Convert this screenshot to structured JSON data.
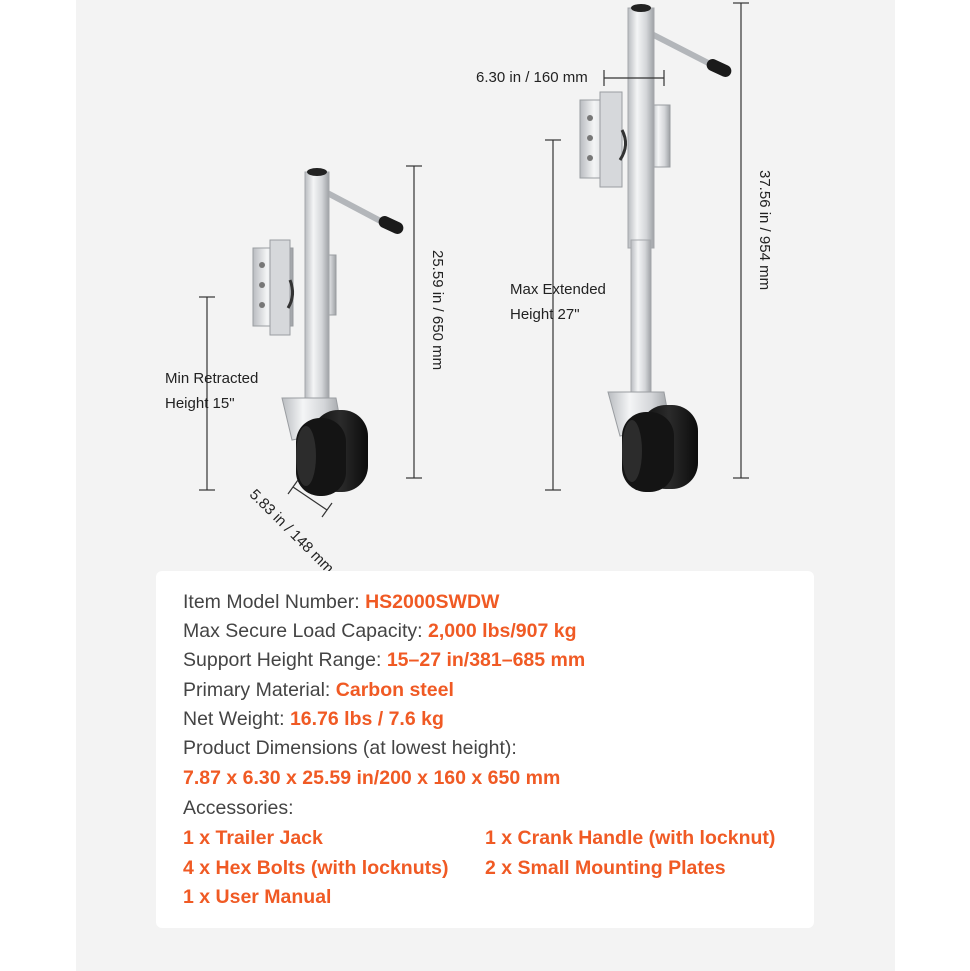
{
  "dimensions": {
    "short_height": "25.59 in / 650 mm",
    "short_width": "5.83 in / 148 mm",
    "tall_height": "37.56 in / 954 mm",
    "tall_width": "6.30 in / 160 mm"
  },
  "labels": {
    "min_line1": "Min Retracted",
    "min_line2": "Height 15\"",
    "max_line1": "Max Extended",
    "max_line2": "Height 27\""
  },
  "specs": {
    "model_label": "Item Model Number: ",
    "model_value": "HS2000SWDW",
    "load_label": "Max Secure Load Capacity: ",
    "load_value": "2,000 lbs/907 kg",
    "height_label": "Support Height Range: ",
    "height_value": "15–27 in/381–685 mm",
    "material_label": "Primary Material: ",
    "material_value": "Carbon steel",
    "weight_label": "Net Weight: ",
    "weight_value": "16.76 lbs / 7.6 kg",
    "dims_label": "Product Dimensions (at lowest height):",
    "dims_value": "7.87 x 6.30 x 25.59 in/200 x 160 x 650 mm",
    "accessories_label": "Accessories:"
  },
  "accessories": [
    "1 x Trailer Jack",
    "1 x Crank Handle (with locknut)",
    "4 x Hex Bolts (with locknuts)",
    "2 x Small Mounting Plates",
    "1 x User Manual"
  ],
  "colors": {
    "accent": "#f05a24",
    "text": "#444444",
    "background": "#f3f3f3"
  }
}
